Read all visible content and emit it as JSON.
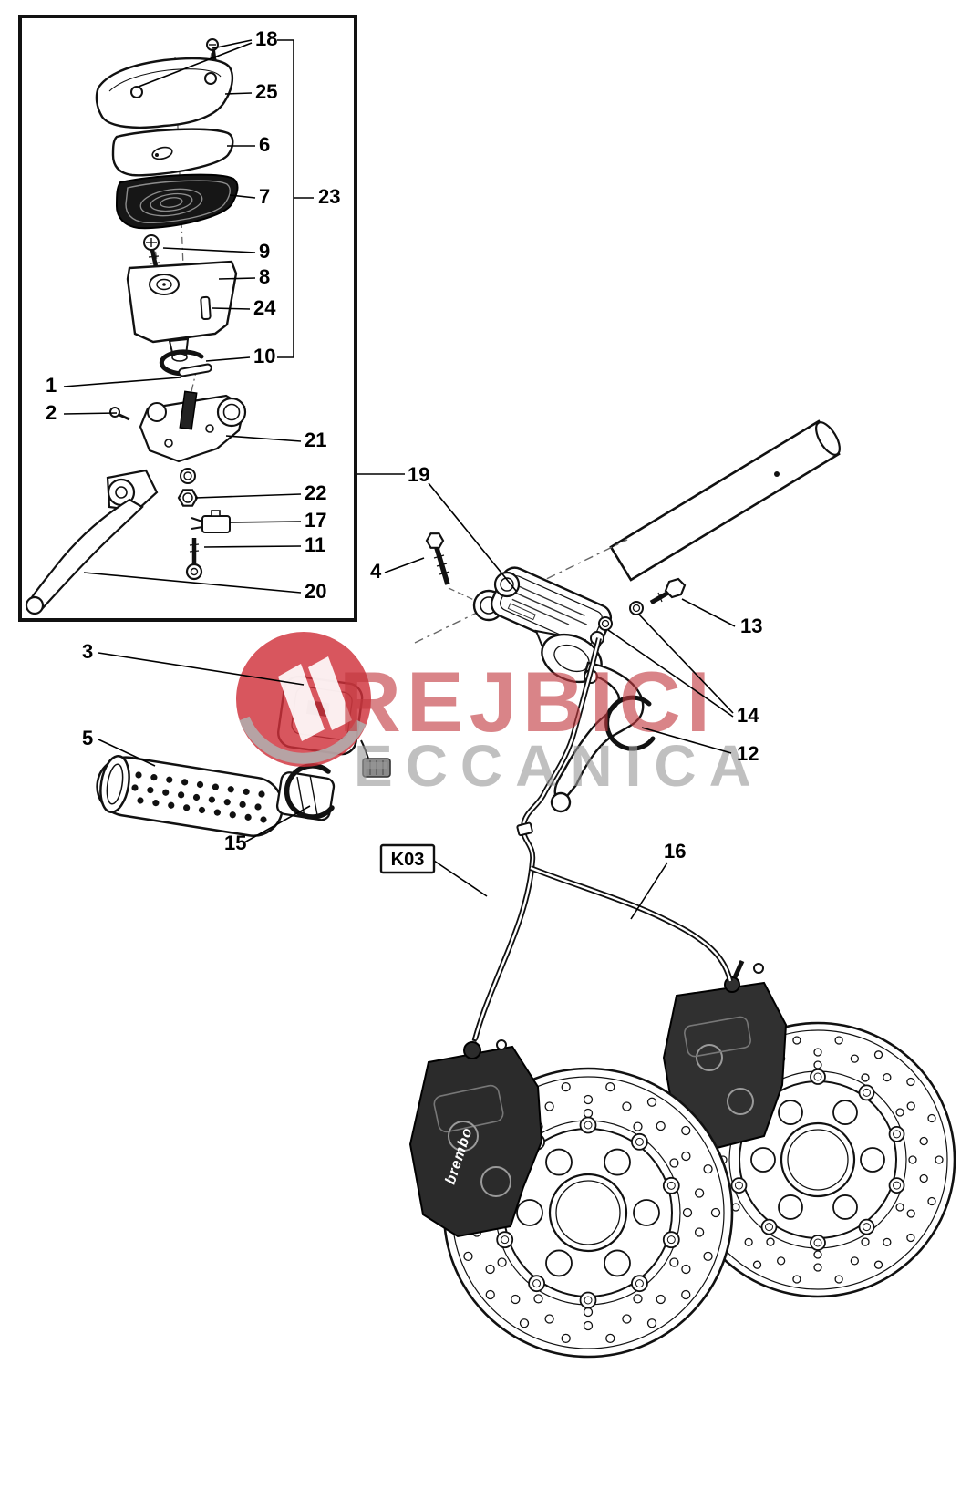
{
  "watermark": {
    "word1": "REJBICI",
    "word2": "ECCANICA"
  },
  "kit_box": {
    "label": "K03"
  },
  "caliper": {
    "brand": "brembo"
  },
  "callouts": {
    "c1": "1",
    "c2": "2",
    "c3": "3",
    "c4": "4",
    "c5": "5",
    "c6": "6",
    "c7": "7",
    "c8": "8",
    "c9": "9",
    "c10": "10",
    "c11": "11",
    "c12": "12",
    "c13": "13",
    "c14": "14",
    "c15": "15",
    "c16": "16",
    "c17": "17",
    "c18": "18",
    "c19": "19",
    "c20": "20",
    "c21": "21",
    "c22": "22",
    "c23": "23",
    "c24": "24",
    "c25": "25"
  }
}
